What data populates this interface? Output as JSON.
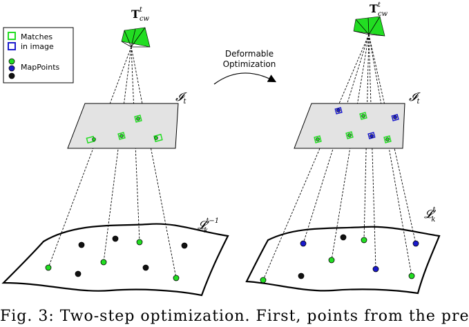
{
  "legend": {
    "matches": "Matches",
    "in_image": "in image",
    "mappoints": "MapPoints"
  },
  "arrow_label": {
    "line1": "Deformable",
    "line2": "Optimization"
  },
  "left": {
    "camera": {
      "base": "T",
      "sup": "t",
      "sub": "cw"
    },
    "image_plane": {
      "base": "𝓘",
      "sub": "t"
    },
    "map": {
      "base": "𝓛",
      "sup": "t−1",
      "sub": "k"
    }
  },
  "right": {
    "camera": {
      "base": "T",
      "sup": "t",
      "sub": "cw"
    },
    "image_plane": {
      "base": "𝓘",
      "sub": "t"
    },
    "map": {
      "base": "𝓛",
      "sup": "t",
      "sub": "k"
    }
  },
  "caption": "Fig. 3: Two-step optimization. First, points from the pre",
  "colors": {
    "green": "#22dd22",
    "blue": "#1a1acc",
    "black": "#000000",
    "plane_fill": "#e3e3e3"
  }
}
